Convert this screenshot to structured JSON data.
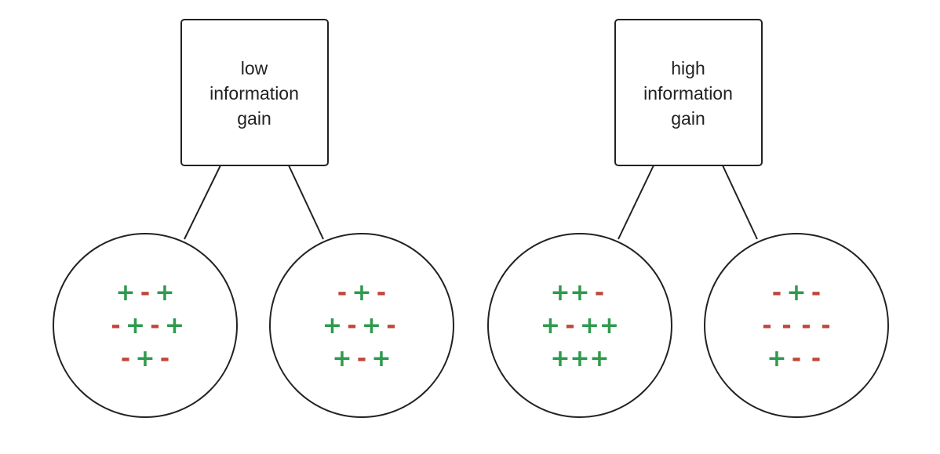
{
  "colors": {
    "plus": "#2e9a4d",
    "minus": "#c0453b",
    "line": "#222222"
  },
  "trees": [
    {
      "label_lines": [
        "low",
        "information",
        "gain"
      ],
      "left_leaf": [
        [
          "+",
          "-",
          "+"
        ],
        [
          "-",
          "+",
          "-",
          "+"
        ],
        [
          "-",
          "+",
          "-"
        ]
      ],
      "right_leaf": [
        [
          "-",
          "+",
          "-"
        ],
        [
          "+",
          "-",
          "+",
          "-"
        ],
        [
          "+",
          "-",
          "+"
        ]
      ]
    },
    {
      "label_lines": [
        "high",
        "information",
        "gain"
      ],
      "left_leaf": [
        [
          "+",
          "+",
          "-"
        ],
        [
          "+",
          "-",
          "+",
          "+"
        ],
        [
          "+",
          "+",
          "+"
        ]
      ],
      "right_leaf": [
        [
          "-",
          "+",
          "-"
        ],
        [
          "-",
          "-",
          "-",
          "-"
        ],
        [
          "+",
          "-",
          "-"
        ]
      ]
    }
  ]
}
